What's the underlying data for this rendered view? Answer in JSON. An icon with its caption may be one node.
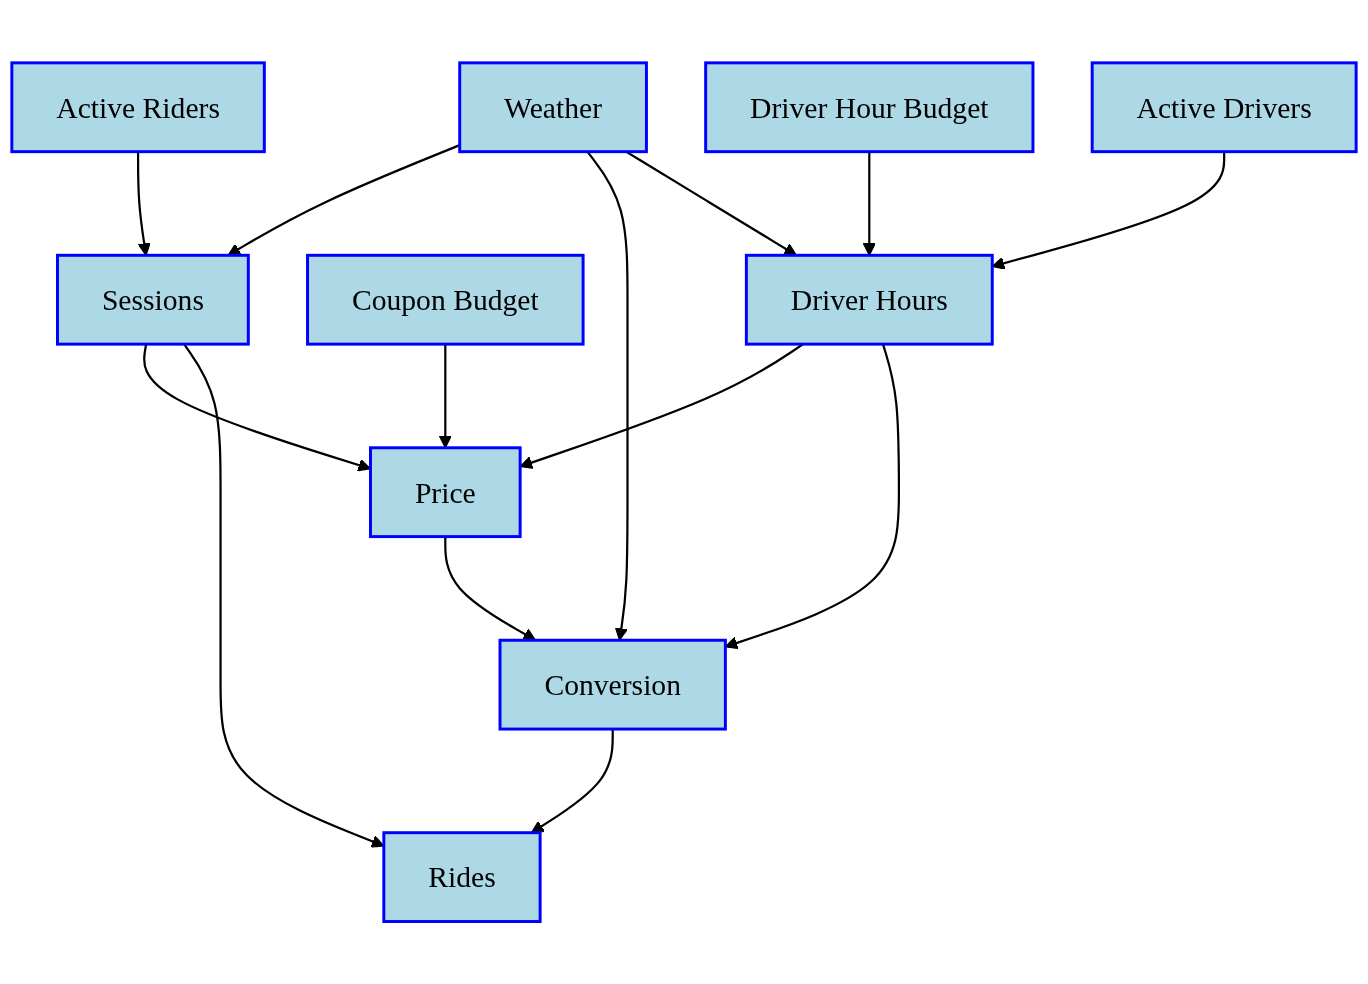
{
  "diagram": {
    "nodes": [
      {
        "text": [
          "Active Riders"
        ]
      },
      {
        "text": [
          "Weather"
        ]
      },
      {
        "text": [
          "Driver Hour Budget"
        ]
      },
      {
        "text": [
          "Active Drivers"
        ]
      },
      {
        "text": [
          "Sessions"
        ]
      },
      {
        "text": [
          "Coupon Budget"
        ]
      },
      {
        "text": [
          "Driver Hours"
        ]
      },
      {
        "text": [
          "Price"
        ]
      },
      {
        "text": [
          "Conversion"
        ]
      },
      {
        "text": [
          "Rides"
        ]
      }
    ],
    "edges": [
      {
        "from": 0,
        "to": 4,
        "arrow": "to"
      },
      {
        "from": 1,
        "to": 4,
        "arrow": "to"
      },
      {
        "from": 1,
        "to": 8,
        "arrow": "to"
      },
      {
        "from": 1,
        "to": 6,
        "arrow": "to"
      },
      {
        "from": 2,
        "to": 6,
        "arrow": "to"
      },
      {
        "from": 3,
        "to": 6,
        "arrow": "to"
      },
      {
        "from": 4,
        "to": 7,
        "arrow": "to"
      },
      {
        "from": 4,
        "to": 9,
        "arrow": "to"
      },
      {
        "from": 5,
        "to": 7,
        "arrow": "to"
      },
      {
        "from": 6,
        "to": 7,
        "arrow": "to"
      },
      {
        "from": 6,
        "to": 8,
        "arrow": "to"
      },
      {
        "from": 7,
        "to": 8,
        "arrow": "to"
      },
      {
        "from": 8,
        "to": 9,
        "arrow": "to"
      }
    ]
  }
}
